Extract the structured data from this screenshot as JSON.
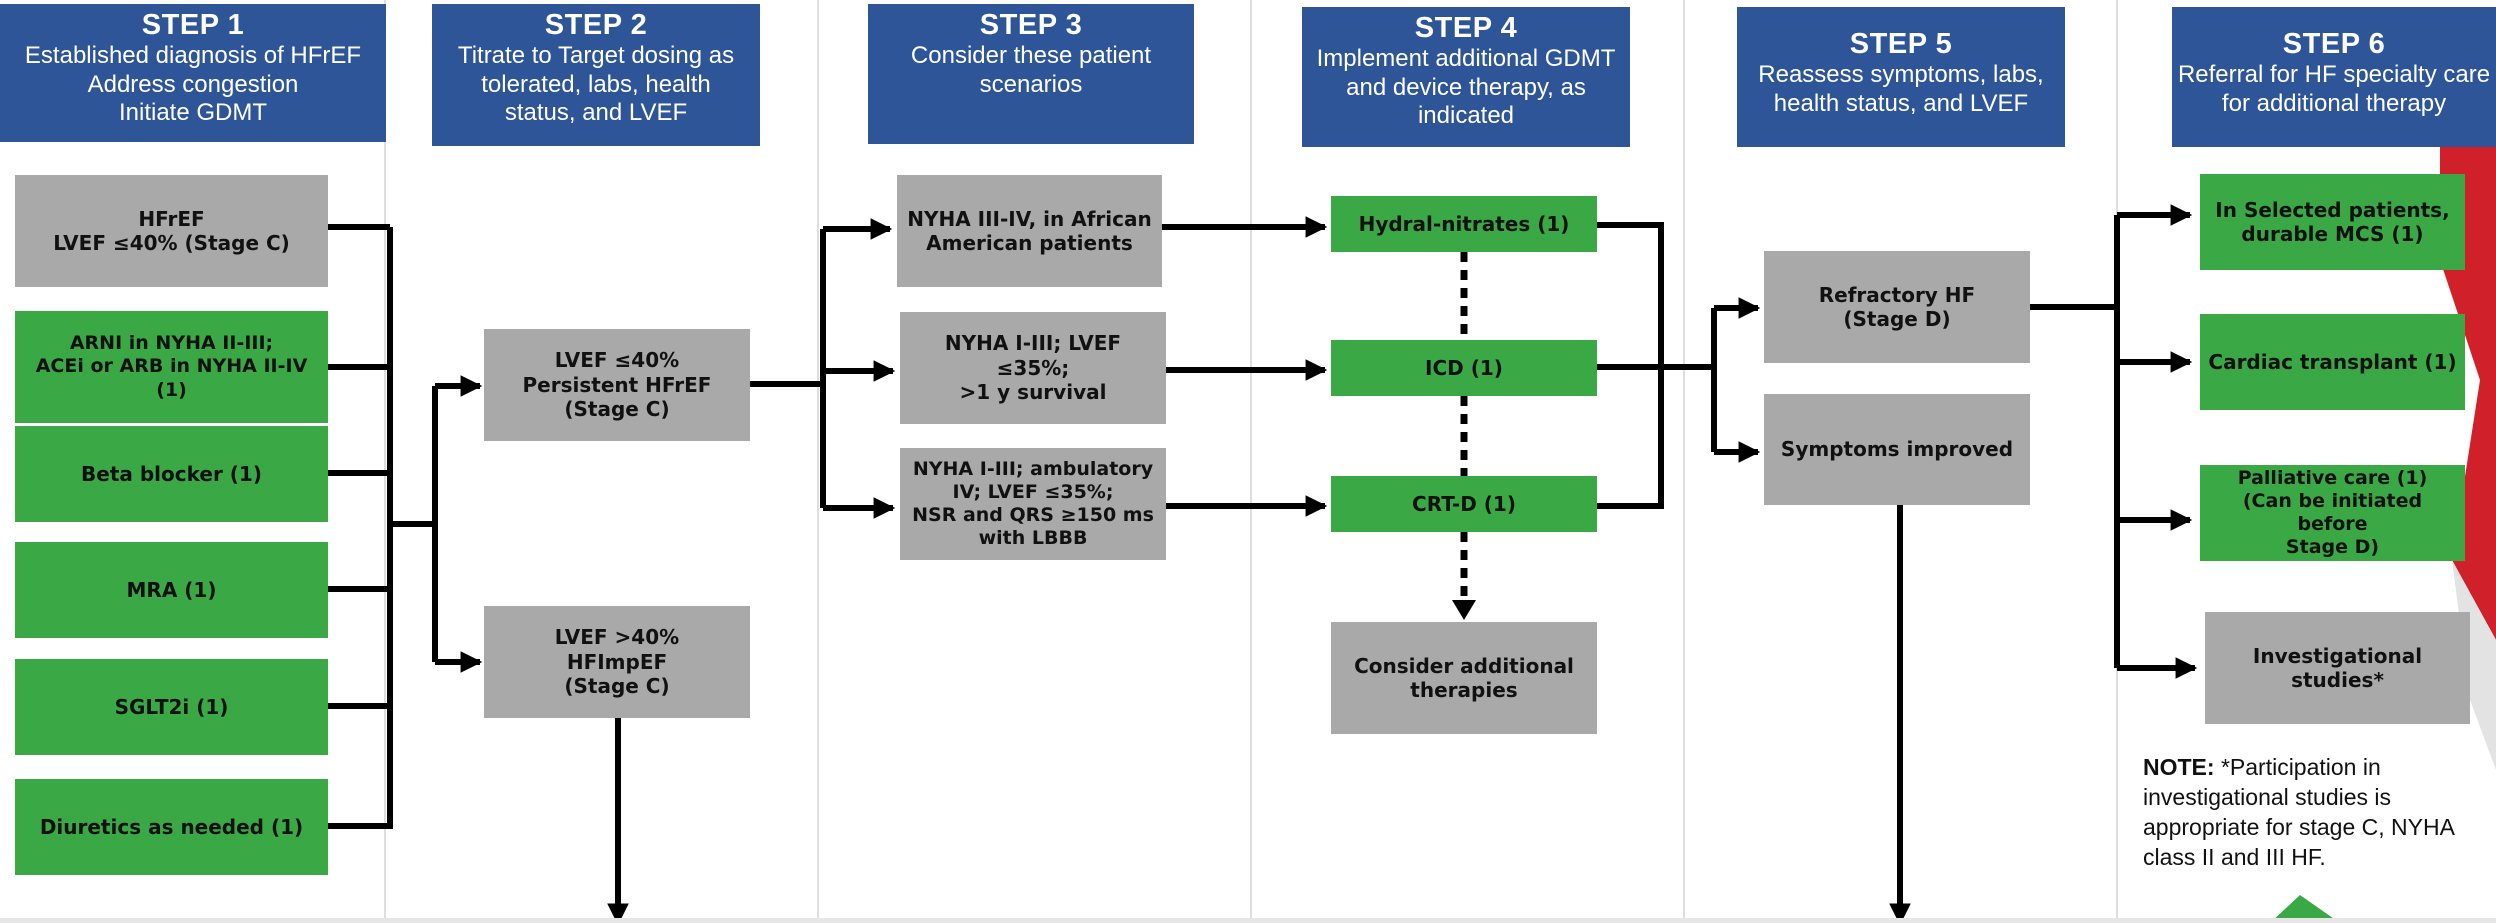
{
  "steps": [
    {
      "num": "STEP 1",
      "text": "Established diagnosis of HFrEF\nAddress congestion\nInitiate GDMT"
    },
    {
      "num": "STEP 2",
      "text": "Titrate to Target dosing as\ntolerated, labs, health\nstatus, and LVEF"
    },
    {
      "num": "STEP 3",
      "text": "Consider these patient\nscenarios"
    },
    {
      "num": "STEP 4",
      "text": "Implement additional GDMT\nand device therapy, as\nindicated"
    },
    {
      "num": "STEP 5",
      "text": "Reassess symptoms, labs,\nhealth status, and LVEF"
    },
    {
      "num": "STEP 6",
      "text": "Referral for HF specialty care\nfor additional therapy"
    }
  ],
  "boxes": {
    "hfref": "HFrEF\nLVEF ≤40% (Stage C)",
    "arni": "ARNI in NYHA II-III;\nACEi or ARB in NYHA II-IV (1)",
    "beta": "Beta blocker (1)",
    "mra": "MRA (1)",
    "sglt2i": "SGLT2i (1)",
    "diuretics": "Diuretics as needed (1)",
    "persistent": "LVEF ≤40%\nPersistent HFrEF\n(Stage C)",
    "hfimpef": "LVEF >40%\nHFImpEF\n(Stage C)",
    "african": "NYHA III-IV, in African\nAmerican patients",
    "icd_scenario": "NYHA I-III; LVEF ≤35%;\n>1 y survival",
    "crt_scenario": "NYHA I-III; ambulatory\nIV; LVEF ≤35%;\nNSR and QRS ≥150 ms\nwith LBBB",
    "hydral": "Hydral-nitrates (1)",
    "icd": "ICD (1)",
    "crtd": "CRT-D (1)",
    "consider": "Consider additional\ntherapies",
    "refractory": "Refractory HF\n(Stage D)",
    "improved": "Symptoms improved",
    "mcs": "In Selected patients,\ndurable MCS (1)",
    "transplant": "Cardiac transplant (1)",
    "palliative": "Palliative care (1)\n(Can be initiated before\nStage D)",
    "investigational": "Investigational studies*"
  },
  "note": {
    "label": "NOTE:",
    "text": " *Participation in investigational studies is appropriate for stage C, NYHA class II and III HF."
  },
  "colors": {
    "header": "#2e5597",
    "green_box": "#3aa845",
    "gray_box": "#a9a9a9",
    "accent_red": "#d0202a"
  }
}
